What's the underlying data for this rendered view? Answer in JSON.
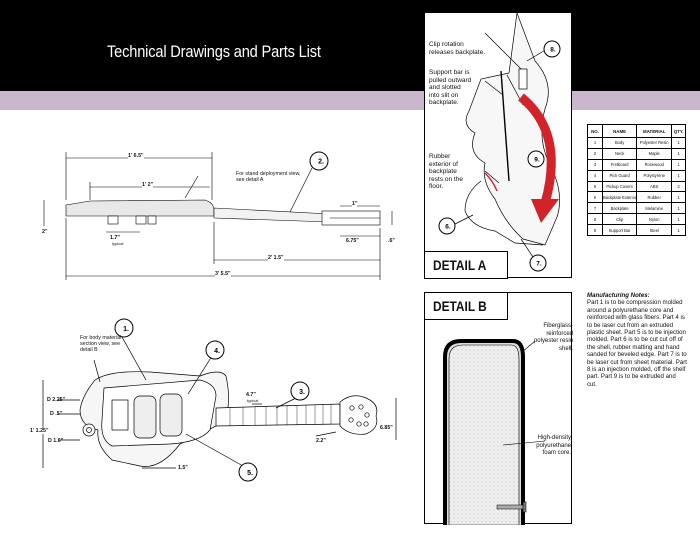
{
  "header": {
    "title": "Technical Drawings and Parts List"
  },
  "colors": {
    "band_black": "#000000",
    "band_lilac": "#c9b8cc",
    "arrow_red": "#d2232a"
  },
  "top_drawing": {
    "dims": {
      "d1": "1' 6.5\"",
      "d2": "1' 2\"",
      "d3": "2\"",
      "d4": "1.7\"",
      "d4b": "typical",
      "d5": "1\"",
      "d6": "6.75\"",
      "d7": ".6\"",
      "d8": "2' 1.5\"",
      "d9": "3' 5.5\""
    },
    "note": "For stand deployment view, see detail A",
    "callout": "2."
  },
  "front_drawing": {
    "dims": {
      "a": "D 2.25\"",
      "b": "D .5\"",
      "c": "1' 1.25\"",
      "d": "D 1.6\"",
      "e": "4.7\"",
      "e2": "typical",
      "f": "1.5\"",
      "g": "2.2\"",
      "h": "6.85\""
    },
    "note": "For body material section view, see detail B",
    "callouts": [
      "1.",
      "4.",
      "3.",
      "5."
    ]
  },
  "detail_a": {
    "label": "DETAIL A",
    "callouts": {
      "clip": "Clip rotation releases backplate.",
      "support": "Support bar is pulled outward and slotted into slit on backplate.",
      "rubber": "Rubber exterior of backplate rests on the floor."
    },
    "numbers": [
      "8.",
      "9.",
      "6.",
      "7."
    ]
  },
  "detail_b": {
    "label": "DETAIL B",
    "callouts": {
      "shell": "Fiberglass-reinforced polyester resin shell.",
      "core": "High-density polyurethane foam core."
    }
  },
  "parts_table": {
    "headers": [
      "NO.",
      "NAME",
      "MATERIAL",
      "QTY."
    ],
    "rows": [
      [
        "1",
        "Body",
        "Polyester Resin",
        "1"
      ],
      [
        "2",
        "Neck",
        "Maple",
        "1"
      ],
      [
        "3",
        "Fretboard",
        "Rosewood",
        "1"
      ],
      [
        "4",
        "Pick Guard",
        "Polystyrene",
        "1"
      ],
      [
        "5",
        "Pickup Covers",
        "ABS",
        "2"
      ],
      [
        "6",
        "Backplate Exterior",
        "Rubber",
        "1"
      ],
      [
        "7",
        "Backplate",
        "Melamine",
        "1"
      ],
      [
        "8",
        "Clip",
        "Nylon",
        "1"
      ],
      [
        "9",
        "Support Bar",
        "Steel",
        "1"
      ]
    ]
  },
  "notes": {
    "heading": "Manufacturing Notes:",
    "body": "Part 1 is to be compression molded around a polyurethane core and reinforced with glass fibers. Part 4 is to be laser cut from an extruded plastic sheet. Part 5 is to be injection molded. Part 6 is to be cut cut off of the shell, rubber matting and hand sanded for beveled edge. Part 7 is to be laser cut from sheet material. Part 8 is an injection molded, off the shelf part. Part 9 is to be extruded and cut."
  }
}
